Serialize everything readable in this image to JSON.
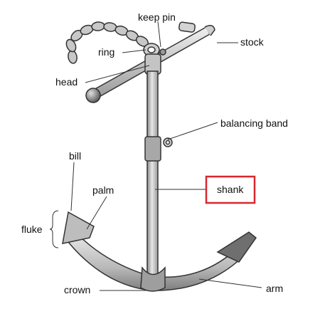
{
  "labels": {
    "keep_pin": "keep pin",
    "stock": "stock",
    "ring": "ring",
    "head": "head",
    "balancing_band": "balancing band",
    "bill": "bill",
    "palm": "palm",
    "shank": "shank",
    "fluke": "fluke",
    "crown": "crown",
    "arm": "arm"
  },
  "colors": {
    "metal_light": "#dcdcdc",
    "metal_mid": "#b5b5b5",
    "metal_dark": "#7a7a7a",
    "outline": "#333333",
    "highlight_box": "#d9272e"
  }
}
